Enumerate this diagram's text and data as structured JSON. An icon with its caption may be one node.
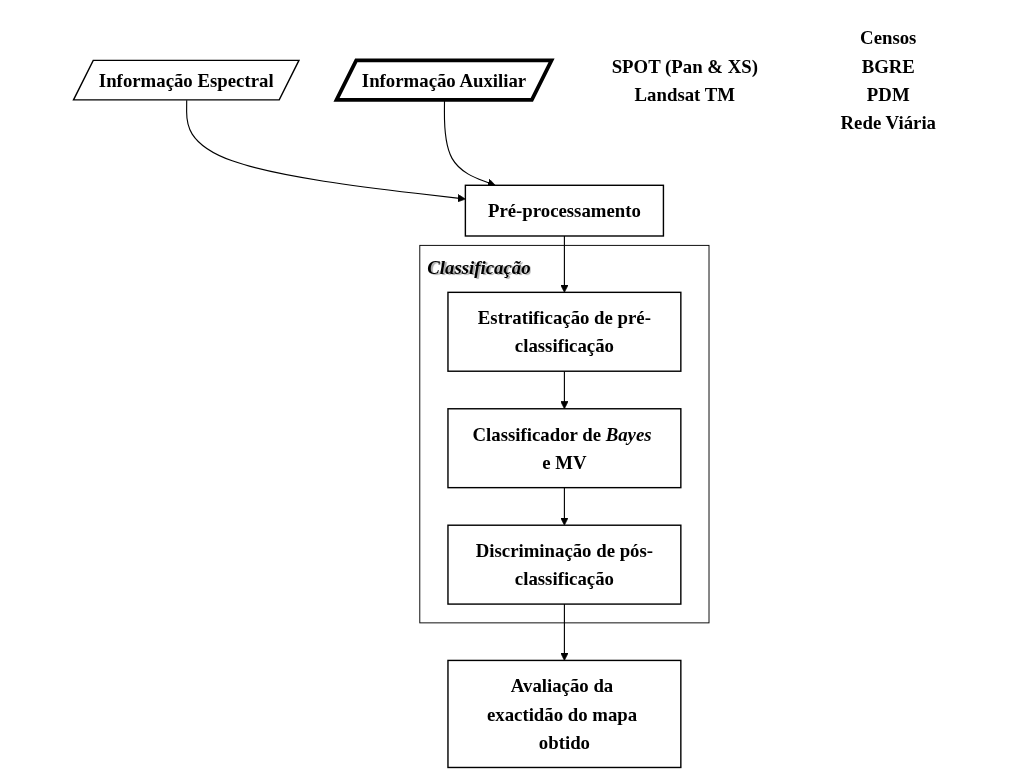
{
  "diagram": {
    "nodes": [
      {
        "text": [
          "Informação Espectral"
        ],
        "beside": [
          "SPOT (Pan & XS)",
          "Landsat TM"
        ]
      },
      {
        "text": [
          "Informação Auxiliar"
        ],
        "beside": [
          "Censos",
          "BGRE",
          "PDM",
          "Rede Viária"
        ]
      },
      {
        "text": [
          "Pré-processamento"
        ]
      },
      {
        "text": [
          "Classificação"
        ]
      },
      {
        "text": [
          "Estratificação de pré-classificação"
        ],
        "in": 3
      },
      {
        "text": [
          "Classificador de *Bayes* e MV"
        ],
        "in": 3
      },
      {
        "text": [
          "Discriminação de pós-classificação"
        ],
        "in": 3
      },
      {
        "text": [
          "Avaliação da exactidão do mapa obtido"
        ]
      }
    ],
    "edges": [
      {
        "from": 0,
        "to": 2,
        "arrow": "to"
      },
      {
        "from": 1,
        "to": 2,
        "arrow": "to"
      },
      {
        "from": 2,
        "to": 4,
        "arrow": "to"
      },
      {
        "from": 4,
        "to": 5,
        "arrow": "to"
      },
      {
        "from": 5,
        "to": 6,
        "arrow": "to"
      },
      {
        "from": 6,
        "to": 7,
        "arrow": "to"
      }
    ]
  }
}
